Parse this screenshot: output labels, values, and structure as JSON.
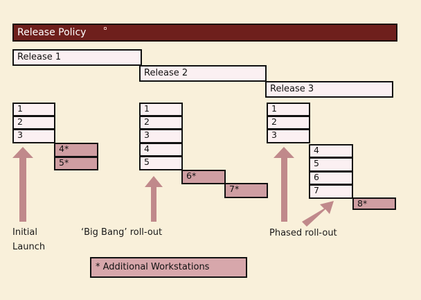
{
  "title": "Release Policy",
  "releases": [
    "Release 1",
    "Release 2",
    "Release 3"
  ],
  "groups": [
    {
      "name": "initial-launch",
      "label_lines": [
        "Initial",
        "Launch"
      ],
      "workstations": [
        "1",
        "2",
        "3"
      ],
      "additional": [
        "4*",
        "5*"
      ]
    },
    {
      "name": "big-bang",
      "label_lines": [
        "‘Big Bang’ roll-out"
      ],
      "workstations": [
        "1",
        "2",
        "3",
        "4",
        "5"
      ],
      "additional": [
        "6*",
        "7*"
      ]
    },
    {
      "name": "phased",
      "label_lines": [
        "Phased roll-out"
      ],
      "workstations": [
        "1",
        "2",
        "3"
      ],
      "workstations_phase2": [
        "4",
        "5",
        "6",
        "7"
      ],
      "additional": [
        "8*"
      ]
    }
  ],
  "legend": "* Additional Workstations",
  "colors": {
    "background": "#f9f0da",
    "title_bar": "#6e1f1c",
    "box_fill": "#fbf0f2",
    "additional_fill": "#cf9ea2",
    "arrow": "#c0898b"
  }
}
